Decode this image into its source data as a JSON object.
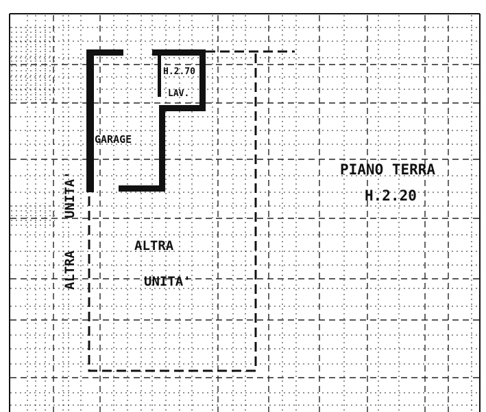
{
  "plan": {
    "labels": {
      "garage": "GARAGE",
      "height_small": "H.2.70",
      "lav": "LAV.",
      "altra_unita_center_line1": "ALTRA",
      "altra_unita_center_line2": "UNITA'",
      "altra_unita_vertical_line1": "ALTRA",
      "altra_unita_vertical_line2": "UNITA'",
      "floor_name": "PIANO TERRA",
      "floor_height": "H.2.20"
    }
  }
}
